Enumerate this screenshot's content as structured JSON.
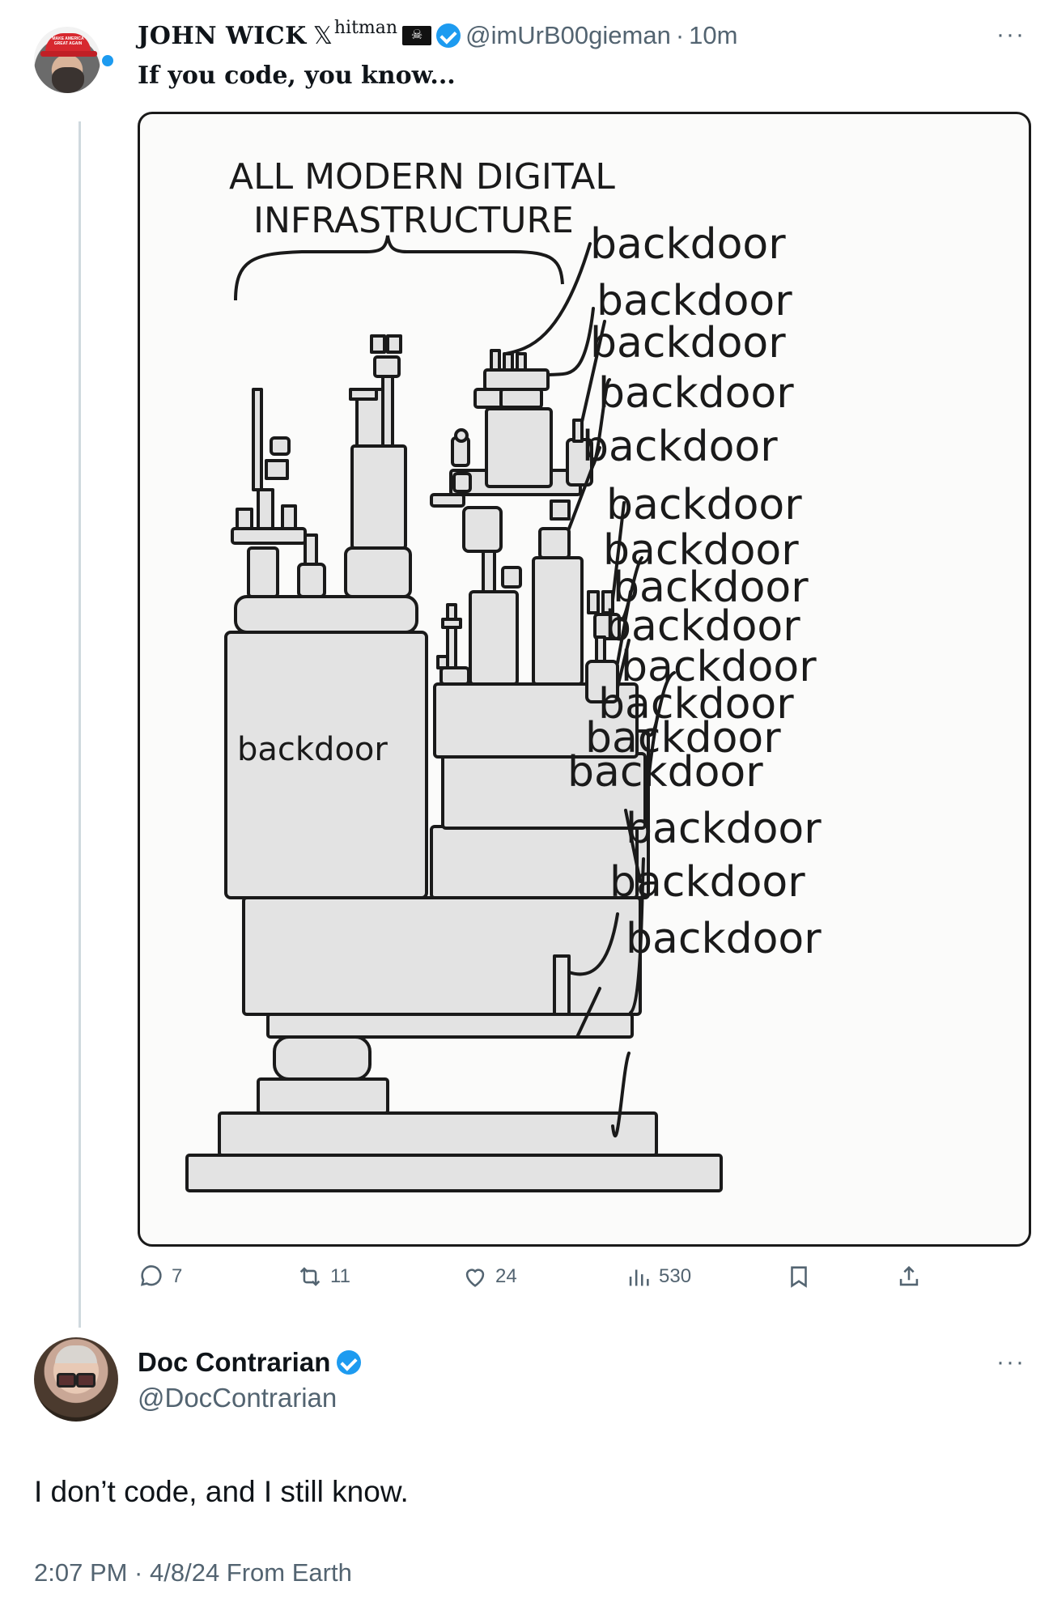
{
  "tweet1": {
    "display_name": "JOHN WICK",
    "name_suffix_x": "𝕏",
    "name_suffix_sup": "hitman",
    "flag_emoji": "🏴‍☠️",
    "handle": "@imUrB00gieman",
    "separator": "·",
    "time": "10m",
    "more": "···",
    "text": "If you code, you know...",
    "avatar_hat_text": "MAKE AMERICA GREAT AGAIN",
    "media": {
      "heading_line1": "ALL MODERN DIGITAL",
      "heading_line2": "INFRASTRUCTURE",
      "block_label": "backdoor",
      "side_labels": [
        "backdoor",
        "backdoor",
        "backdoor",
        "backdoor",
        "backdoor",
        "backdoor",
        "backdoor",
        "backdoor",
        "backdoor",
        "backdoor",
        "backdoor",
        "backdoor",
        "backdoor",
        "backdoor",
        "backdoor",
        "backdoor"
      ]
    },
    "actions": {
      "replies": "7",
      "retweets": "11",
      "likes": "24",
      "views": "530"
    }
  },
  "tweet2": {
    "display_name": "Doc Contrarian",
    "handle": "@DocContrarian",
    "more": "···",
    "text": "I don’t code, and I still know.",
    "meta": "2:07 PM · 4/8/24 From Earth"
  },
  "colors": {
    "verified": "#1d9bf0",
    "secondary_text": "#536471",
    "thread_line": "#cfd9de",
    "hat_red": "#d7282f"
  },
  "icons": [
    "reply-icon",
    "retweet-icon",
    "like-icon",
    "views-icon",
    "bookmark-icon",
    "share-icon",
    "verified-badge-icon",
    "pirate-flag-icon"
  ]
}
